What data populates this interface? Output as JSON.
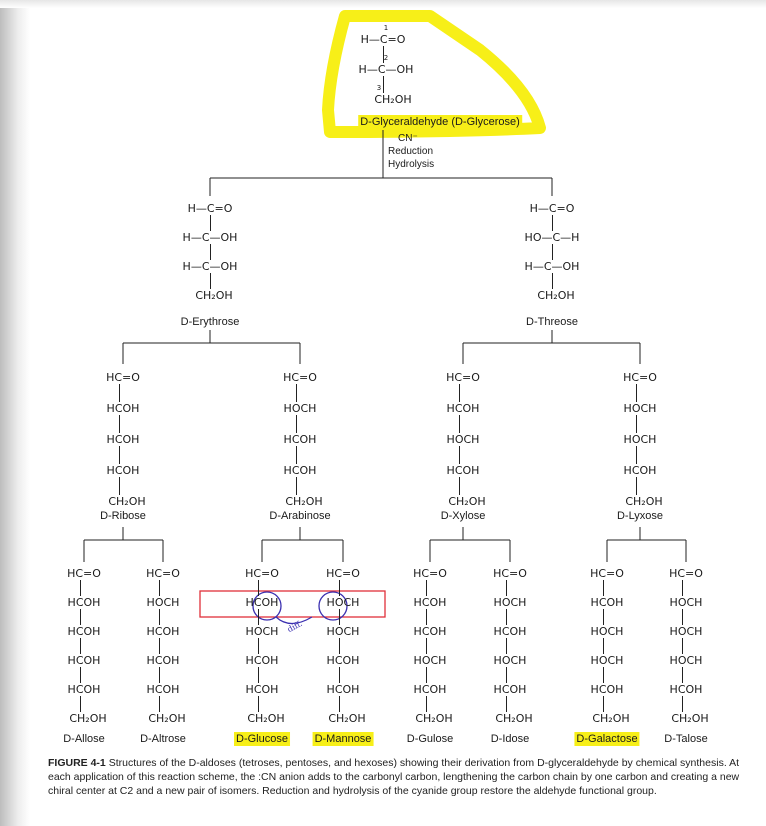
{
  "top": {
    "c1": "H—C=O",
    "c2": "H—C—OH",
    "c3": "CH₂OH",
    "n1": "1",
    "n2": "2",
    "n3": "3",
    "name": "D-Glyceraldehyde (D-Glycerose)"
  },
  "reaction": {
    "line1": "CN⁻",
    "line2": "Reduction",
    "line3": "Hydrolysis"
  },
  "tetroses": [
    {
      "name": "D-Erythrose",
      "rows": [
        "H—C=O",
        "H—C—OH",
        "H—C—OH",
        "CH₂OH"
      ]
    },
    {
      "name": "D-Threose",
      "rows": [
        "H—C=O",
        "HO—C—H",
        "H—C—OH",
        "CH₂OH"
      ]
    }
  ],
  "pentoses": [
    {
      "name": "D-Ribose",
      "rows": [
        "HC=O",
        "HCOH",
        "HCOH",
        "HCOH",
        "CH₂OH"
      ]
    },
    {
      "name": "D-Arabinose",
      "rows": [
        "HC=O",
        "HOCH",
        "HCOH",
        "HCOH",
        "CH₂OH"
      ]
    },
    {
      "name": "D-Xylose",
      "rows": [
        "HC=O",
        "HCOH",
        "HOCH",
        "HCOH",
        "CH₂OH"
      ]
    },
    {
      "name": "D-Lyxose",
      "rows": [
        "HC=O",
        "HOCH",
        "HOCH",
        "HCOH",
        "CH₂OH"
      ]
    }
  ],
  "hexoses": [
    {
      "name": "D-Allose",
      "rows": [
        "HC=O",
        "HCOH",
        "HCOH",
        "HCOH",
        "HCOH",
        "CH₂OH"
      ],
      "highlight": false
    },
    {
      "name": "D-Altrose",
      "rows": [
        "HC=O",
        "HOCH",
        "HCOH",
        "HCOH",
        "HCOH",
        "CH₂OH"
      ],
      "highlight": false
    },
    {
      "name": "D-Glucose",
      "rows": [
        "HC=O",
        "HCOH",
        "HOCH",
        "HCOH",
        "HCOH",
        "CH₂OH"
      ],
      "highlight": true
    },
    {
      "name": "D-Mannose",
      "rows": [
        "HC=O",
        "HOCH",
        "HOCH",
        "HCOH",
        "HCOH",
        "CH₂OH"
      ],
      "highlight": true
    },
    {
      "name": "D-Gulose",
      "rows": [
        "HC=O",
        "HCOH",
        "HCOH",
        "HOCH",
        "HCOH",
        "CH₂OH"
      ],
      "highlight": false
    },
    {
      "name": "D-Idose",
      "rows": [
        "HC=O",
        "HOCH",
        "HCOH",
        "HOCH",
        "HCOH",
        "CH₂OH"
      ],
      "highlight": false
    },
    {
      "name": "D-Galactose",
      "rows": [
        "HC=O",
        "HCOH",
        "HOCH",
        "HOCH",
        "HCOH",
        "CH₂OH"
      ],
      "highlight": true
    },
    {
      "name": "D-Talose",
      "rows": [
        "HC=O",
        "HOCH",
        "HOCH",
        "HOCH",
        "HCOH",
        "CH₂OH"
      ],
      "highlight": false
    }
  ],
  "annotation": {
    "text": "diff."
  },
  "caption": {
    "label": "FIGURE 4-1",
    "text": "Structures of the D-aldoses (tetroses, pentoses, and hexoses) showing their derivation from D-glyceraldehyde by chemical synthesis. At each application of this reaction scheme, the :CN anion adds to the carbonyl carbon, lengthening the carbon chain by one carbon and creating a new chiral center at C2 and a new pair of isomers. Reduction and hydrolysis of the cyanide group restore the aldehyde functional group."
  },
  "colors": {
    "highlight": "#f7ef18",
    "box": "#e0303a",
    "ink": "#3a2fb0"
  }
}
